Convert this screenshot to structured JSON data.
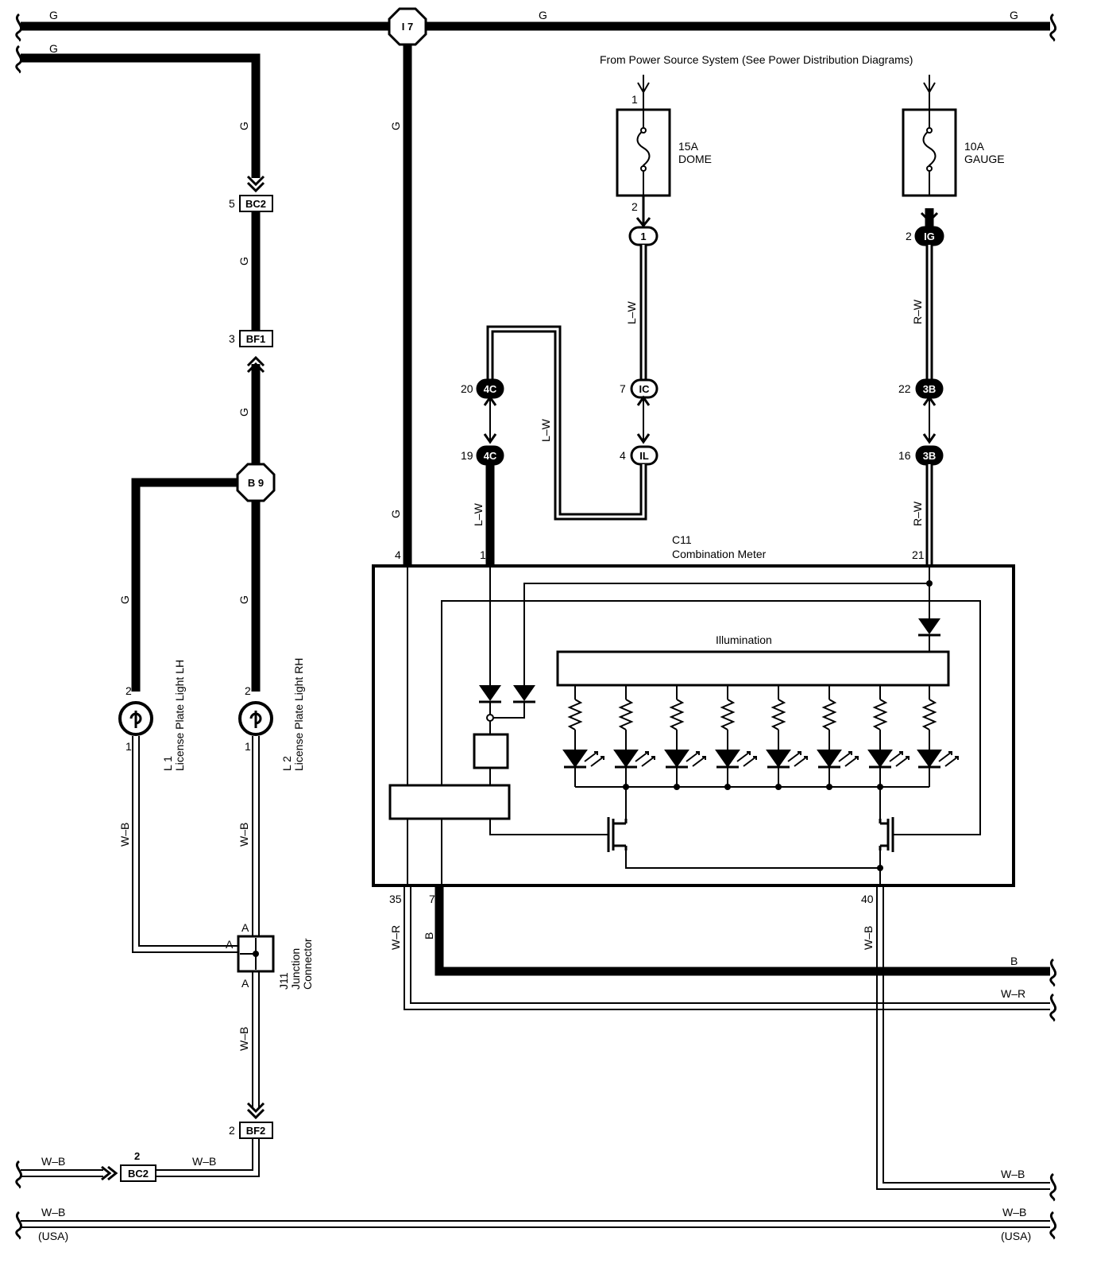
{
  "source_note": "From Power Source System (See Power Distribution Diagrams)",
  "fuses": [
    {
      "rating": "15A",
      "name": "DOME",
      "pin_in": "1",
      "pin_out": "2"
    },
    {
      "rating": "10A",
      "name": "GAUGE",
      "pin_out": "2"
    }
  ],
  "splices": {
    "top": "I 7",
    "mid": "B 9"
  },
  "connectors": {
    "bc2_top": {
      "pin": "5",
      "id": "BC2"
    },
    "bf1": {
      "pin": "3",
      "id": "BF1"
    },
    "bf2": {
      "pin": "2",
      "id": "BF2"
    },
    "bc2_bottom": {
      "pin": "2",
      "id": "BC2"
    },
    "c1": {
      "id": "1"
    },
    "ig": {
      "pin": "2",
      "id": "IG"
    },
    "c4c_20": {
      "pin": "20",
      "id": "4C"
    },
    "c4c_19": {
      "pin": "19",
      "id": "4C"
    },
    "ic": {
      "pin": "7",
      "id": "IC"
    },
    "il": {
      "pin": "4",
      "id": "IL"
    },
    "c3b_22": {
      "pin": "22",
      "id": "3B"
    },
    "c3b_16": {
      "pin": "16",
      "id": "3B"
    }
  },
  "wire_colors": {
    "g": "G",
    "lw": "L–W",
    "rw": "R–W",
    "wb": "W–B",
    "wr": "W–R",
    "b": "B",
    "usa": "(USA)"
  },
  "meter": {
    "id": "C11",
    "name": "Combination Meter",
    "illumination": "Illumination",
    "pins": {
      "p4": "4",
      "p1": "1",
      "p21": "21",
      "p35": "35",
      "p7": "7",
      "p40": "40"
    }
  },
  "lamps": [
    {
      "id": "L 1",
      "name": "License Plate Light LH",
      "pin_top": "2",
      "pin_bottom": "1"
    },
    {
      "id": "L 2",
      "name": "License Plate Light RH",
      "pin_top": "2",
      "pin_bottom": "1"
    }
  ],
  "junction": {
    "id": "J11",
    "line1": "Junction",
    "line2": "Connector",
    "pin": "A"
  }
}
